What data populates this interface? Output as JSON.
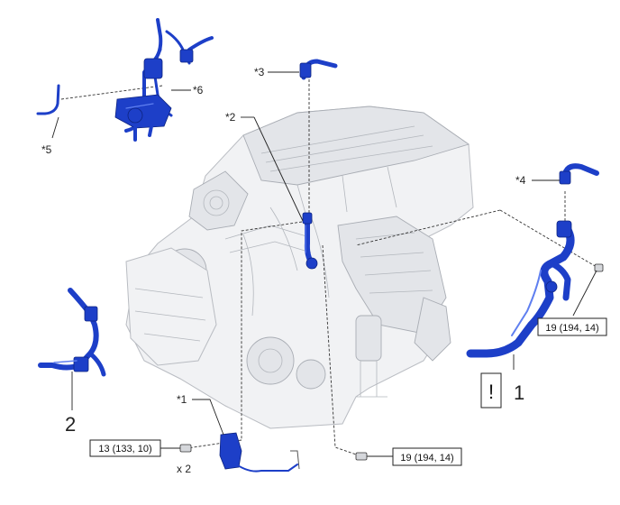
{
  "callouts": {
    "c1": "*1",
    "c2": "*2",
    "c3": "*3",
    "c4": "*4",
    "c5": "*5",
    "c6": "*6"
  },
  "reference_numbers": {
    "r1": "1",
    "r2": "2"
  },
  "torque_specs": {
    "t1": "13 (133, 10)",
    "t2": "19 (194, 14)",
    "t3": "19 (194, 14)"
  },
  "quantity_label": "x 2",
  "caution_symbol": "!",
  "icons": {
    "caution": "caution-exclamation-icon",
    "bolt": "bolt-icon"
  },
  "colors": {
    "highlight_parts": "#1d3fc8",
    "engine_outline": "#b9bcc2",
    "line": "#222222"
  }
}
